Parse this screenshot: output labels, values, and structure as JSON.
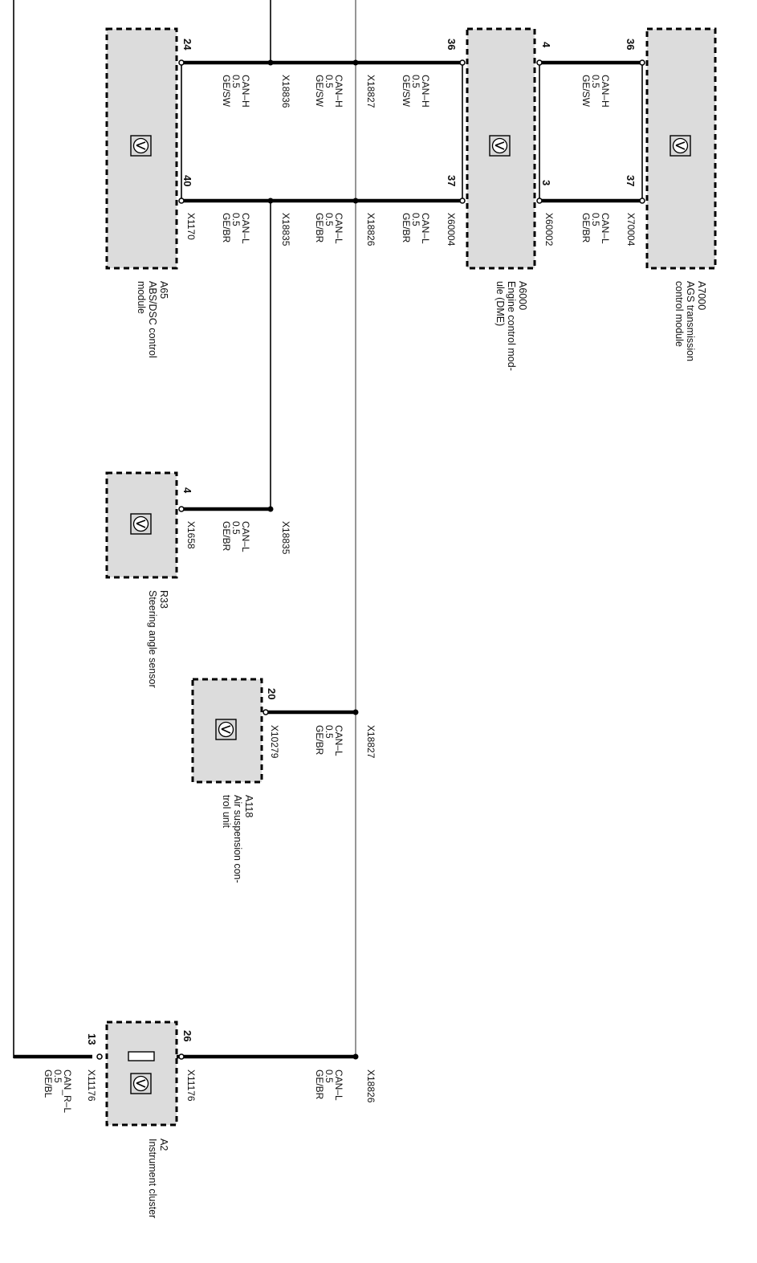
{
  "modules": [
    {
      "id": "a65",
      "code": "A65",
      "name": [
        "ABS/DSC control",
        "module"
      ]
    },
    {
      "id": "a6000",
      "code": "A6000",
      "name": [
        "Engine control mod-",
        "ule (DME)"
      ]
    },
    {
      "id": "a7000",
      "code": "A7000",
      "name": [
        "AGS transmission",
        "control module"
      ]
    },
    {
      "id": "r33",
      "code": "R33",
      "name": [
        "Steering angle sensor"
      ]
    },
    {
      "id": "a118",
      "code": "A118",
      "name": [
        "Air suspension con-",
        "trol unit"
      ]
    },
    {
      "id": "a2",
      "code": "A2",
      "name": [
        "Instrument cluster"
      ]
    }
  ],
  "pins": {
    "a65_24": "24",
    "a65_40": "40",
    "a6000_36": "36",
    "a6000_37": "37",
    "a6000_4": "4",
    "a6000_3": "3",
    "a7000_36": "36",
    "a7000_37": "37",
    "r33_4": "4",
    "a118_20": "20",
    "a2_26": "26",
    "a2_13": "13"
  },
  "connectors": {
    "x1170": "X1170",
    "x60004": "X60004",
    "x60002": "X60002",
    "x70004": "X70004",
    "x1658": "X1658",
    "x10279": "X10279",
    "x11176": "X11176"
  },
  "splices": {
    "x18836": "X18836",
    "x18827": "X18827",
    "x18835": "X18835",
    "x18826": "X18826"
  },
  "wire_labels": {
    "can_h": [
      "CAN–H",
      "0.5",
      "GE/SW"
    ],
    "can_l": [
      "CAN–L",
      "0.5",
      "GE/BR"
    ],
    "can_r_l": [
      "CAN_R–L",
      "0.5",
      "GE/BL"
    ]
  }
}
